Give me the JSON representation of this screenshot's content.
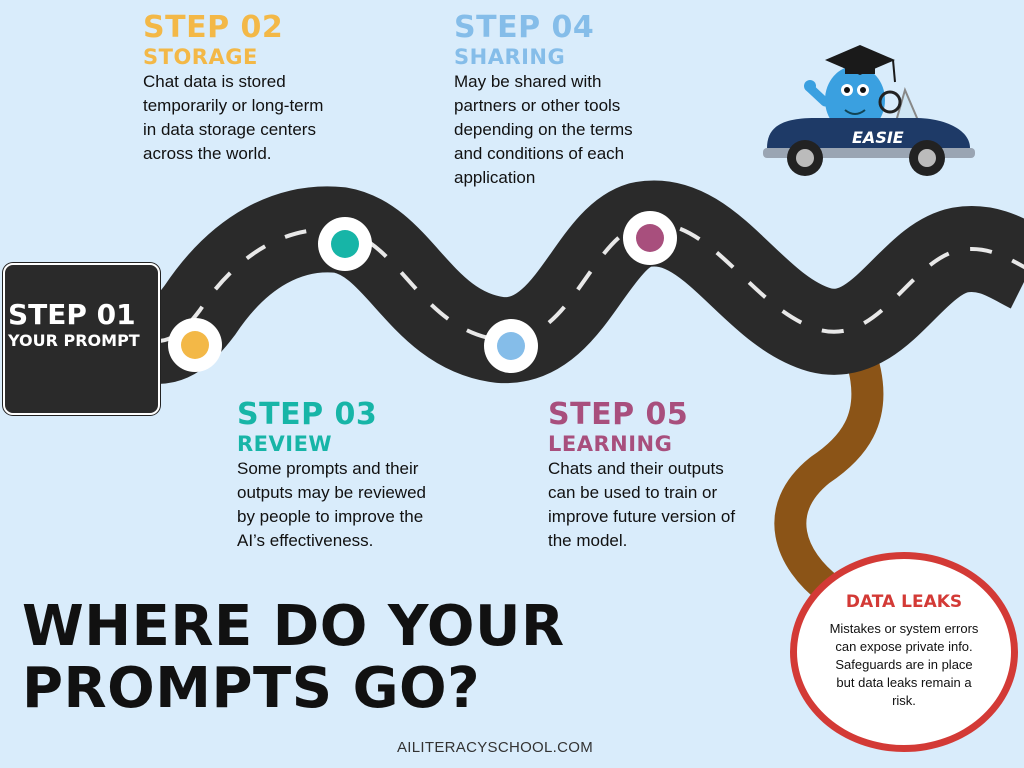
{
  "colors": {
    "background": "#d9ecfb",
    "road": "#2a2a2a",
    "step2": "#f3b847",
    "step3": "#17b5a7",
    "step4": "#85bde9",
    "step5": "#a84f7d",
    "leak": "#d33a36",
    "trail": "#8b5417"
  },
  "step01": {
    "number": "STEP 01",
    "name": "YOUR PROMPT"
  },
  "step02": {
    "number": "STEP 02",
    "name": "STORAGE",
    "lines": [
      "Chat data is stored",
      "temporarily or long-term",
      "in data storage centers",
      "across the world."
    ]
  },
  "step03": {
    "number": "STEP 03",
    "name": "REVIEW",
    "lines": [
      "Some prompts and their",
      "outputs may be reviewed",
      "by people to improve the",
      "AI’s effectiveness."
    ]
  },
  "step04": {
    "number": "STEP 04",
    "name": "SHARING",
    "lines": [
      "May be shared with",
      "partners or other tools",
      "depending on the terms",
      "and conditions of each",
      "application"
    ]
  },
  "step05": {
    "number": "STEP 05",
    "name": "LEARNING",
    "lines": [
      "Chats and their outputs",
      "can be used to train or",
      "improve future version of",
      "the model."
    ]
  },
  "car": {
    "label": "EASIE"
  },
  "data_leaks": {
    "title": "DATA LEAKS",
    "lines": [
      "Mistakes or system errors",
      "can expose private info.",
      "Safeguards are in place",
      "but data leaks remain a",
      "risk."
    ]
  },
  "title": {
    "lines": [
      "WHERE DO YOUR",
      "PROMPTS GO?"
    ]
  },
  "footer": "AILITERACYSCHOOL.COM",
  "icons": [
    "road-map",
    "car-icon",
    "mascot-icon",
    "graduation-cap-icon",
    "step-marker"
  ]
}
